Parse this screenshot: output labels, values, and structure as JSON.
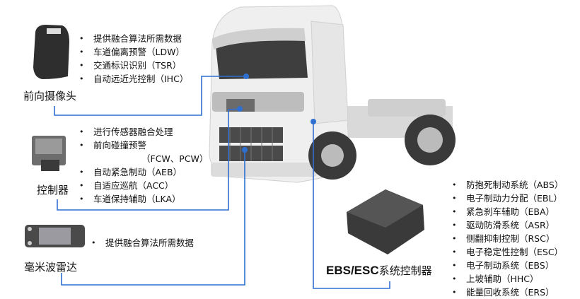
{
  "accent_color": "#2f6fd0",
  "camera": {
    "label": "前向摄像头",
    "features": [
      "提供融合算法所需数据",
      "车道偏离预警（LDW）",
      "交通标识识别（TSR）",
      "自动远近光控制（IHC）"
    ]
  },
  "controller": {
    "label": "控制器",
    "features": [
      "进行传感器融合处理",
      "前向碰撞预警",
      "（FCW、PCW）",
      "自动紧急制动（AEB）",
      "自适应巡航（ACC）",
      "车道保持辅助（LKA）"
    ]
  },
  "radar": {
    "label": "毫米波雷达",
    "features": [
      "提供融合算法所需数据"
    ]
  },
  "ebs": {
    "label_bold": "EBS/ESC",
    "label_rest": "系统控制器",
    "features": [
      "防抱死制动系统（ABS）",
      "电子制动力分配（EBL）",
      "紧急刹车辅助（EBA）",
      "驱动防滑系统（ASR）",
      "侧翻抑制控制（RSC）",
      "电子稳定性控制（ESC）",
      "电子制动系统（EBS）",
      "上坡辅助（HHC）",
      "能量回收系统（ERS）"
    ]
  }
}
